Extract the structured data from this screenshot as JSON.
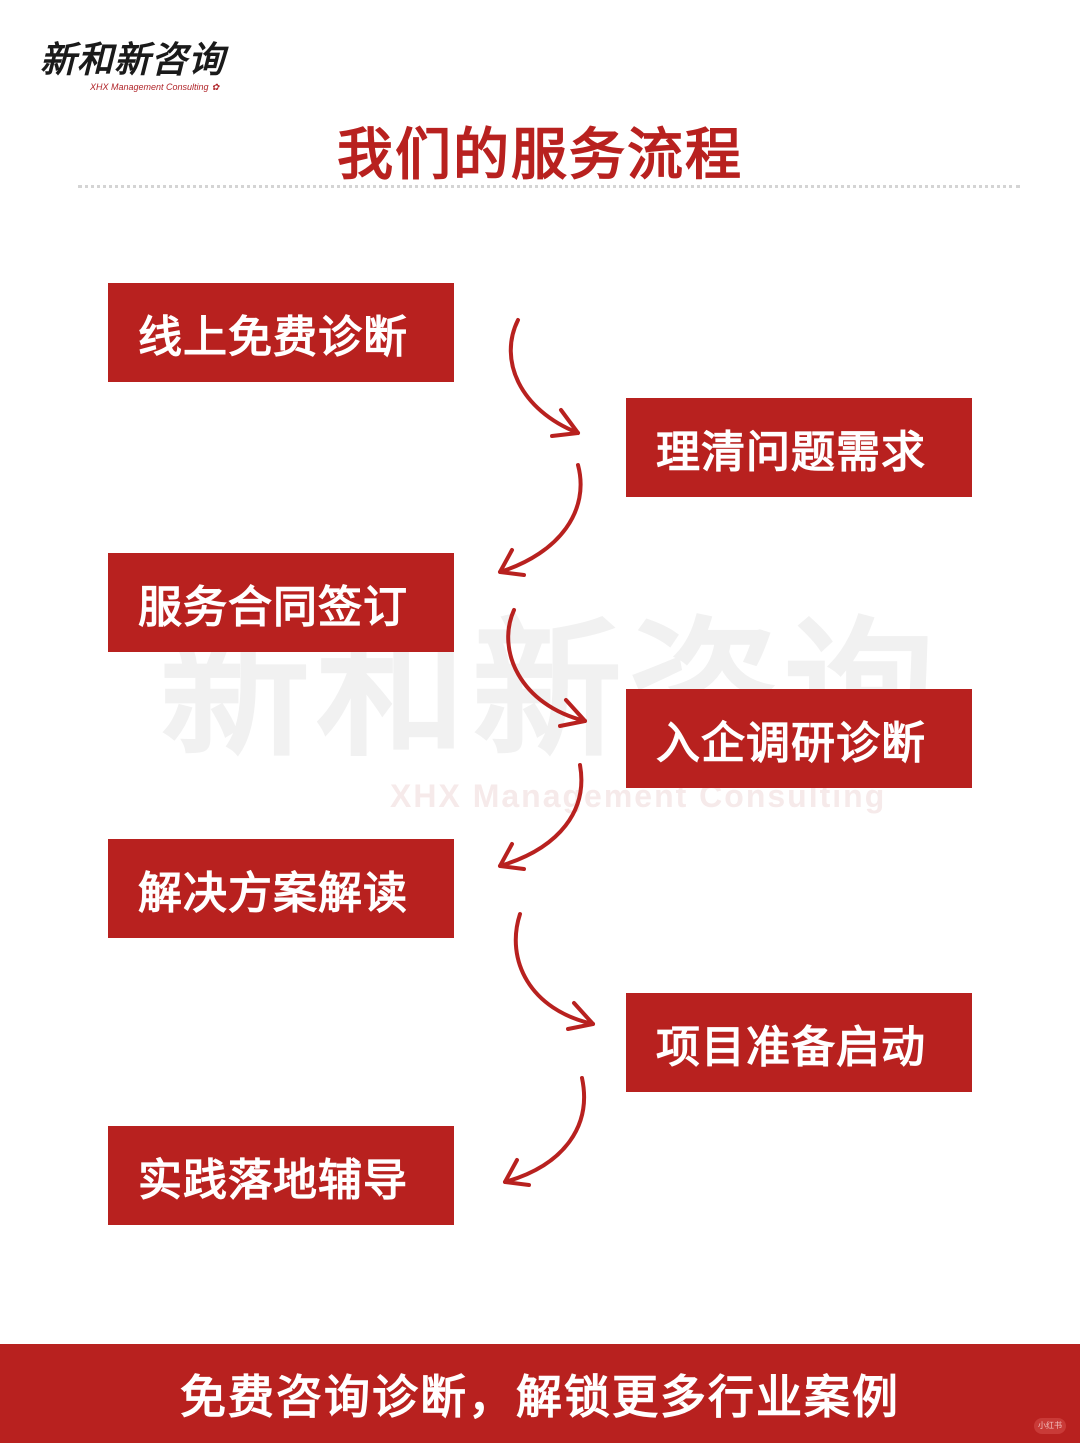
{
  "logo": {
    "name": "新和新咨询",
    "subtitle": "XHX Management Consulting"
  },
  "title": "我们的服务流程",
  "watermark": {
    "main": "新和新咨询",
    "sub": "XHX Management Consulting"
  },
  "steps": [
    {
      "label": "线上免费诊断"
    },
    {
      "label": "理清问题需求"
    },
    {
      "label": "服务合同签订"
    },
    {
      "label": "入企调研诊断"
    },
    {
      "label": "解决方案解读"
    },
    {
      "label": "项目准备启动"
    },
    {
      "label": "实践落地辅导"
    }
  ],
  "footer": {
    "text": "免费咨询诊断，解锁更多行业案例"
  },
  "corner_mark": "小红书",
  "colors": {
    "brand_red": "#b8211f",
    "divider": "#d4d4d4",
    "watermark": "#f1f1f1"
  }
}
